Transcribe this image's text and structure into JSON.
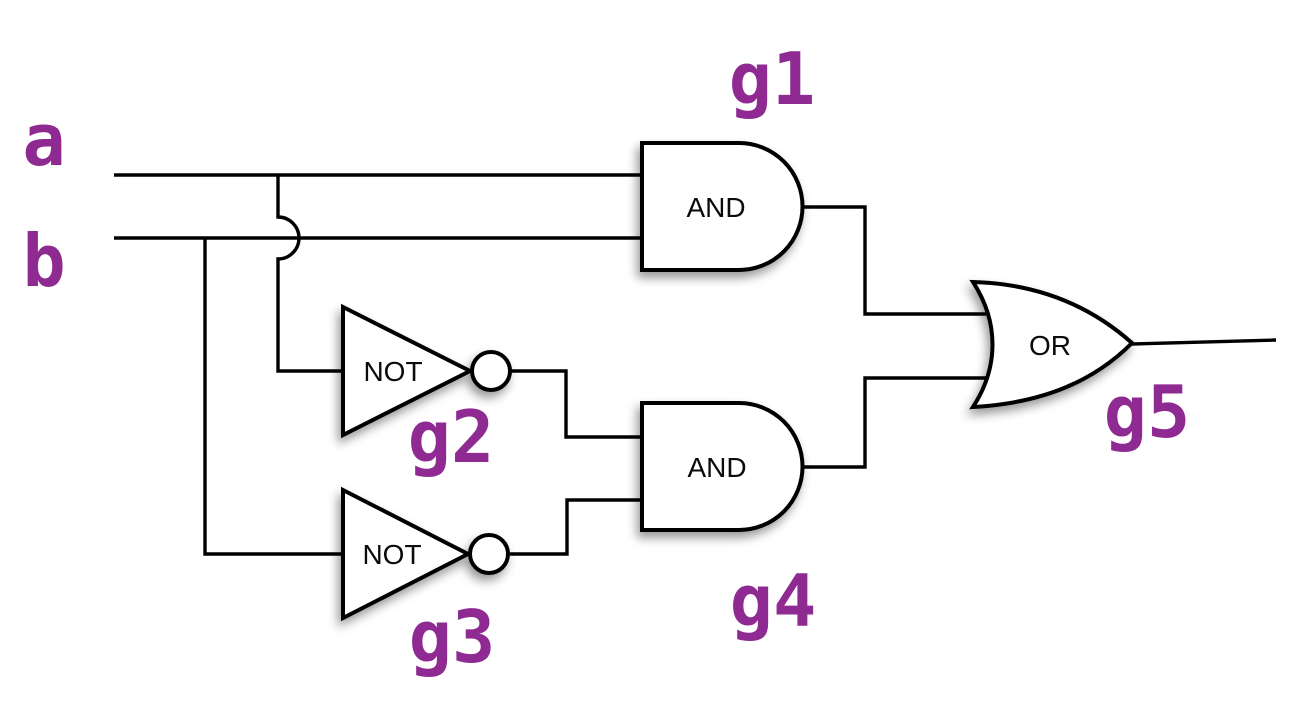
{
  "circuit": {
    "description": "Two-input logic circuit driving one output",
    "inputs": [
      {
        "id": "a",
        "label": "a"
      },
      {
        "id": "b",
        "label": "b"
      }
    ],
    "gates": [
      {
        "id": "g1",
        "type": "AND",
        "body_text": "AND",
        "label": "g1",
        "input_nets": [
          "a",
          "b"
        ],
        "output_feeds": "g5"
      },
      {
        "id": "g2",
        "type": "NOT",
        "body_text": "NOT",
        "label": "g2",
        "input_nets": [
          "a"
        ],
        "output_feeds": "g4"
      },
      {
        "id": "g3",
        "type": "NOT",
        "body_text": "NOT",
        "label": "g3",
        "input_nets": [
          "b"
        ],
        "output_feeds": "g4"
      },
      {
        "id": "g4",
        "type": "AND",
        "body_text": "AND",
        "label": "g4",
        "input_nets": [
          "g2",
          "g3"
        ],
        "output_feeds": "g5"
      },
      {
        "id": "g5",
        "type": "OR",
        "body_text": "OR",
        "label": "g5",
        "input_nets": [
          "g1",
          "g4"
        ],
        "output_feeds": "output"
      }
    ],
    "wire_crossings": [
      {
        "at": "a-branch over b-wire",
        "style": "hop"
      }
    ],
    "colors": {
      "label": "#8f2a92",
      "stroke": "#000000",
      "gate_fill": "#ffffff",
      "background": "#ffffff"
    }
  }
}
